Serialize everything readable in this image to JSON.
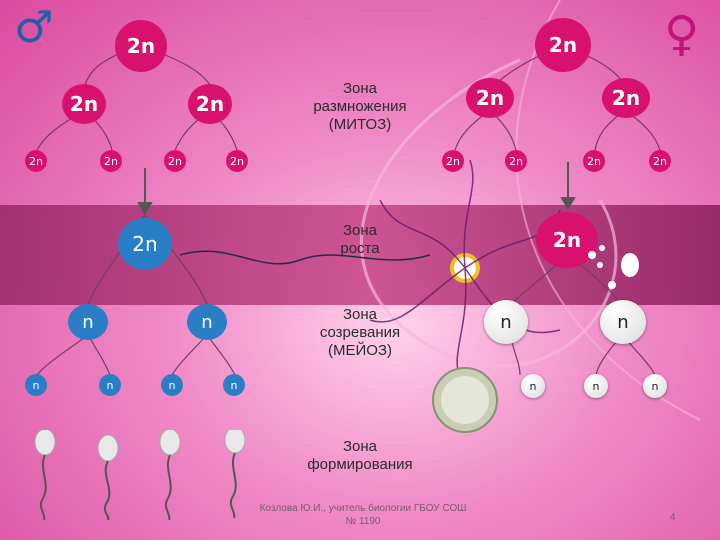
{
  "symbols": {
    "male": "♂",
    "female": "♀"
  },
  "zones": {
    "reproduction": "Зона\nразмножения\n(МИТОЗ)",
    "growth": "Зона\nроста",
    "maturation": "Зона\nсозревания\n(МЕЙОЗ)",
    "formation": "Зона\nформирования"
  },
  "male": {
    "root": "2n",
    "level2": [
      "2n",
      "2n"
    ],
    "level3": [
      "2n",
      "2n",
      "2n",
      "2n"
    ],
    "growth": "2n",
    "meiosis1": [
      "n",
      "n"
    ],
    "meiosis2": [
      "n",
      "n",
      "n",
      "n"
    ]
  },
  "female": {
    "root": "2n",
    "level2": [
      "2n",
      "2n"
    ],
    "level3": [
      "2n",
      "2n",
      "2n",
      "2n"
    ],
    "growth": "2n",
    "meiosis1": [
      "n",
      "n"
    ],
    "meiosis2": [
      "n",
      "n",
      "n"
    ]
  },
  "footer": "Козлова Ю.И., учитель биологии ГБОУ СОШ № 1190",
  "page_number": "4",
  "colors": {
    "diploid": "#d8116f",
    "haploid_male": "#2a7ec6",
    "haploid_female": "#ffffff",
    "male_symbol": "#1f5fa8",
    "female_symbol": "#c3137a"
  }
}
